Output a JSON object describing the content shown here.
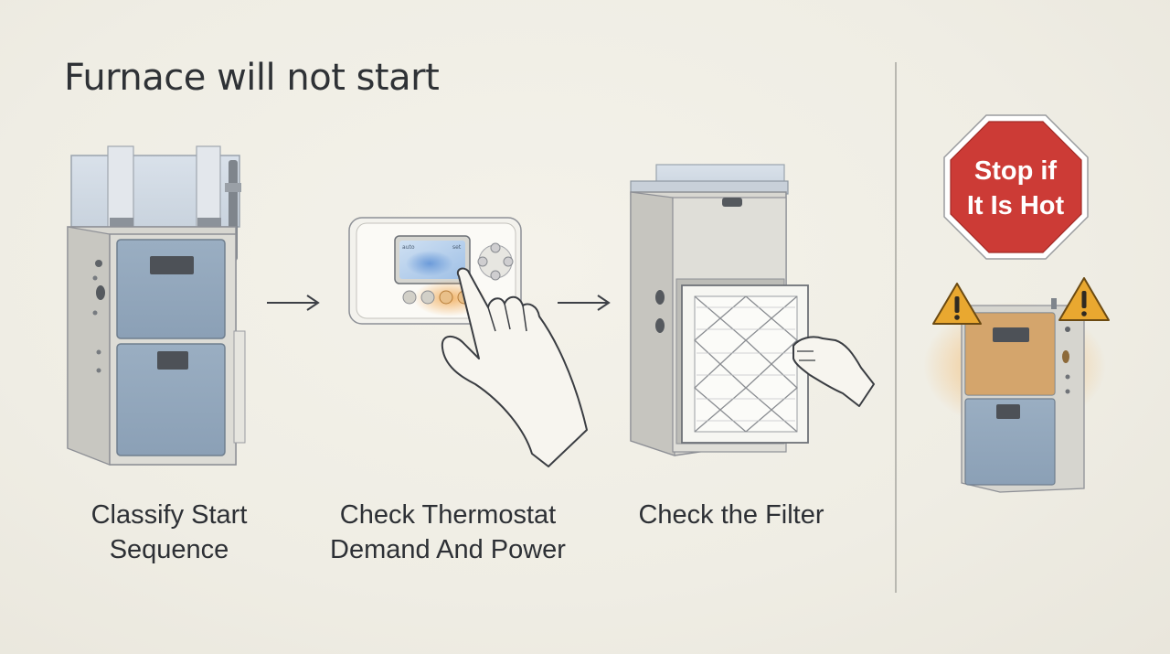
{
  "title": "Furnace will not start",
  "steps": [
    {
      "label_line1": "Classify Start",
      "label_line2": "Sequence",
      "icon": "furnace-icon"
    },
    {
      "label_line1": "Check Thermostat",
      "label_line2": "Demand And Power",
      "icon": "thermostat-icon"
    },
    {
      "label_line1": "Check the Filter",
      "label_line2": "",
      "icon": "filter-icon"
    }
  ],
  "warning": {
    "sign_line1": "Stop if",
    "sign_line2": "It Is Hot",
    "icon": "stop-sign-icon"
  },
  "colors": {
    "background": "#efede4",
    "panel_blue": "#8fa3b8",
    "cabinet": "#dcdbd5",
    "stop_red": "#cc3b36",
    "warning_yellow": "#e9a830",
    "heat_orange": "#eda23a"
  }
}
